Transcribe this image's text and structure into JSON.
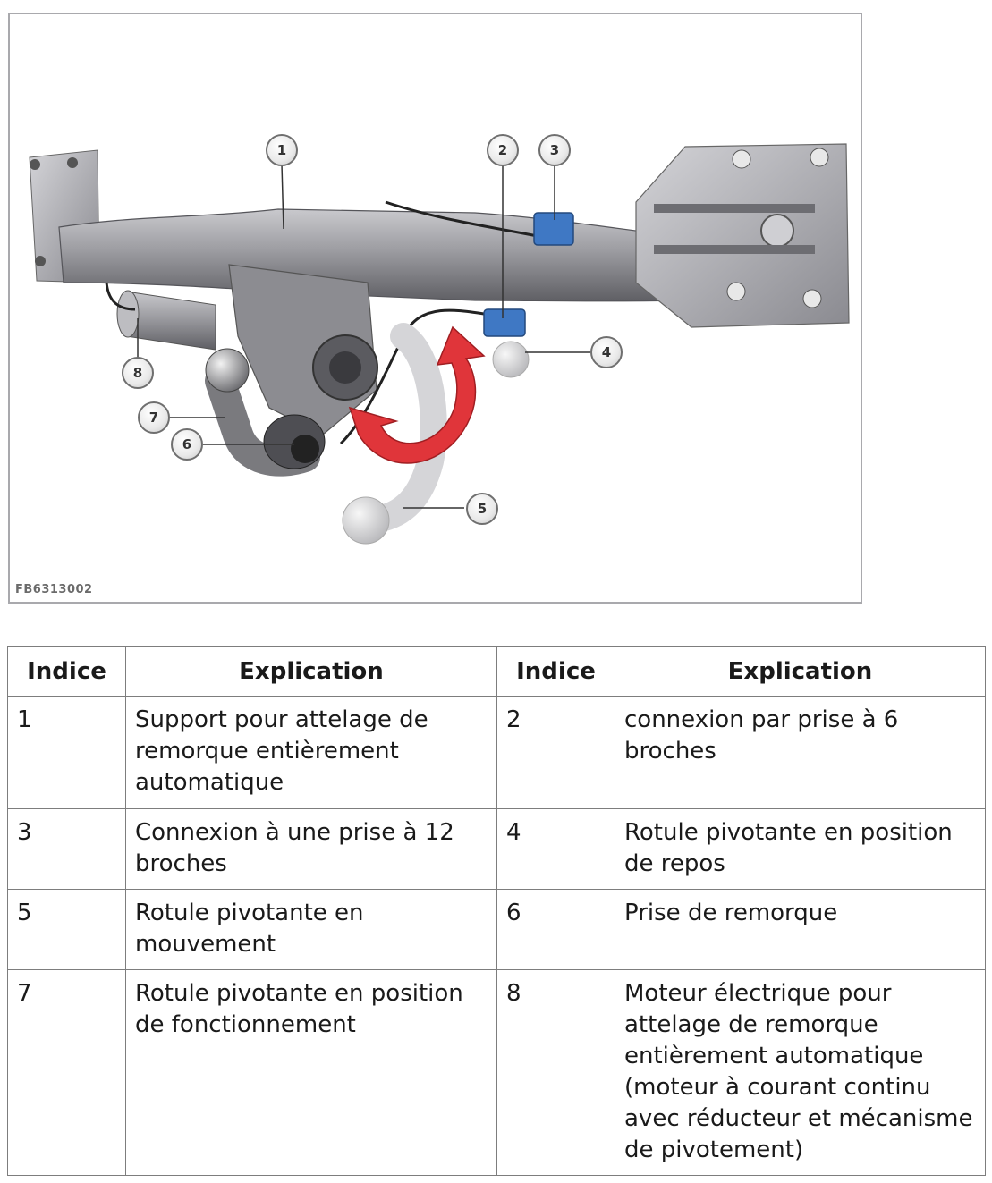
{
  "figure": {
    "code": "FB6313002",
    "callouts": [
      "1",
      "2",
      "3",
      "4",
      "5",
      "6",
      "7",
      "8"
    ]
  },
  "table": {
    "headers": [
      "Indice",
      "Explication",
      "Indice",
      "Explication"
    ],
    "rows": [
      [
        {
          "index": "1",
          "text": "Support pour attelage de remorque entièrement automatique"
        },
        {
          "index": "2",
          "text": "connexion par prise à 6 broches"
        }
      ],
      [
        {
          "index": "3",
          "text": "Connexion à une prise à 12 broches"
        },
        {
          "index": "4",
          "text": "Rotule pivotante en position de repos"
        }
      ],
      [
        {
          "index": "5",
          "text": "Rotule pivotante en mouvement"
        },
        {
          "index": "6",
          "text": "Prise de remorque"
        }
      ],
      [
        {
          "index": "7",
          "text": "Rotule pivotante en position de fonctionnement"
        },
        {
          "index": "8",
          "text": "Moteur électrique pour attelage de remorque entièrement automatique (moteur à courant continu avec réducteur et mécanisme de pivotement)"
        }
      ]
    ]
  },
  "colors": {
    "arrow": "#e0353a",
    "connector": "#3f78c4",
    "metal": "#8f8f94"
  }
}
